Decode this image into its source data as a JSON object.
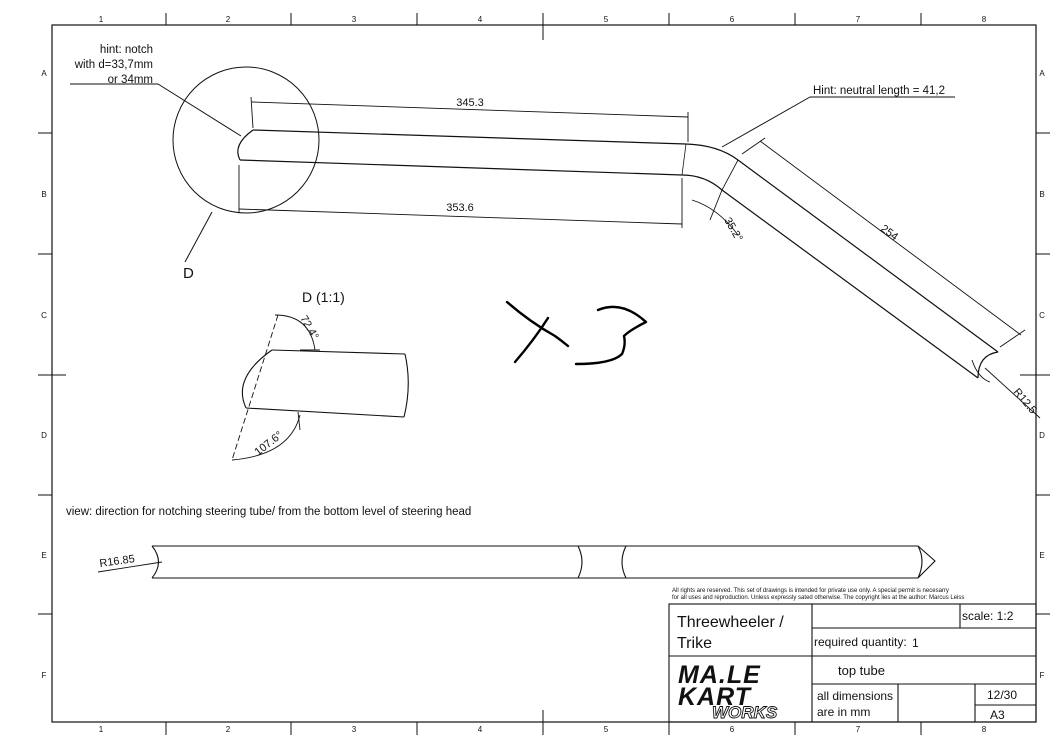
{
  "grid": {
    "columns": [
      "1",
      "2",
      "3",
      "4",
      "5",
      "6",
      "7",
      "8"
    ],
    "rows": [
      "A",
      "B",
      "C",
      "D",
      "E",
      "F"
    ]
  },
  "notes": {
    "hint_notch_line1": "hint: notch",
    "hint_notch_line2": "with d=33,7mm",
    "hint_notch_line3": "or 34mm",
    "hint_neutral": "Hint: neutral length = 41,2",
    "detail_label": "D",
    "detail_title": "D (1:1)",
    "view_note": "view: direction for notching steering tube/ from the bottom level of steering head"
  },
  "dimensions": {
    "top_length": "345.3",
    "bottom_length": "353.6",
    "bend_angle": "35.2°",
    "segment_length": "254",
    "end_radius": "R12.5",
    "detail_angle_top": "72.4°",
    "detail_angle_bottom": "107.6°",
    "view_radius": "R16.85"
  },
  "handwriting": "X3",
  "title_block": {
    "copyright_line1": "All rights are reserved. This set of drawings is intended for private use only. A special permit is necesarry",
    "copyright_line2": "for all uses and reproduction. Unless expressly sated otherwise. The copyright lies at the author: Marcus Leiss",
    "project_line1": "Threewheeler /",
    "project_line2": "Trike",
    "scale": "scale: 1:2",
    "quantity_label": "required quantity:",
    "quantity_value": "1",
    "part_name": "top tube",
    "dims_line1": "all dimensions",
    "dims_line2": "are in mm",
    "sheet_number": "12/30",
    "paper_size": "A3",
    "logo_line1": "MA.LE",
    "logo_line2": "KART",
    "logo_script": "WORKS"
  },
  "colors": {
    "ink": "#111111",
    "paper": "#ffffff"
  }
}
